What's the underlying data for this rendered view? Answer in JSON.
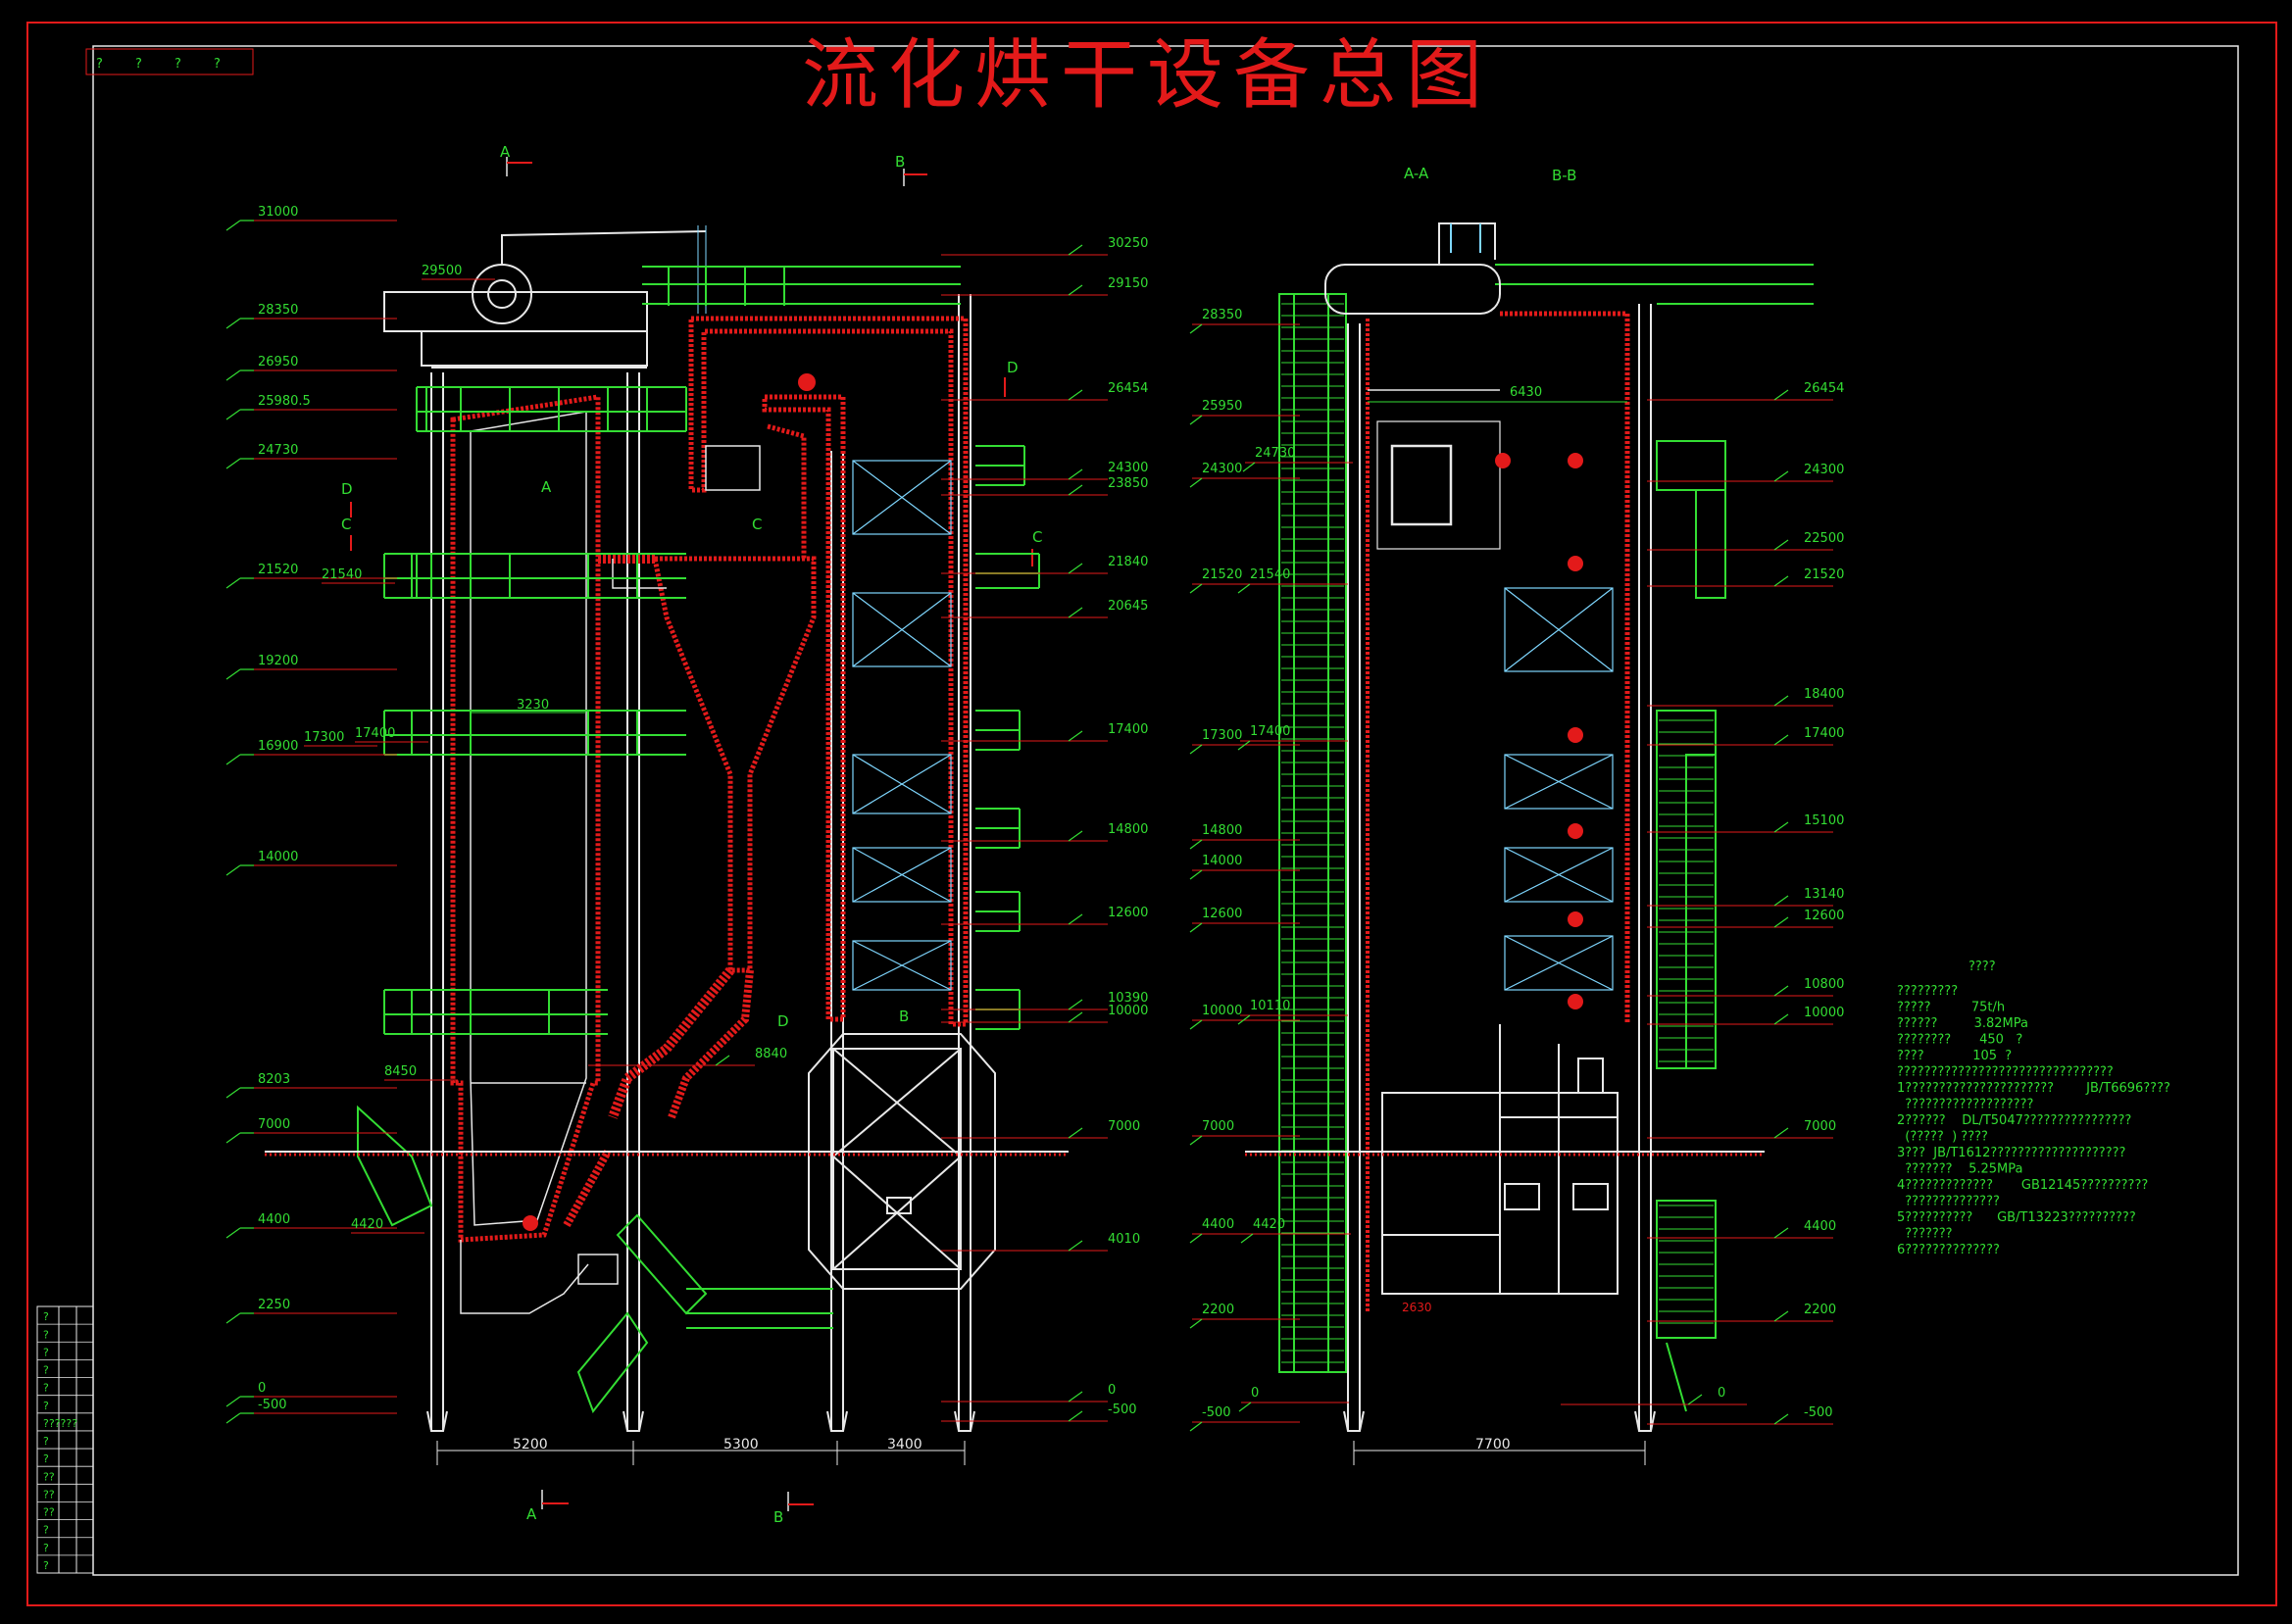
{
  "title": "流化烘干设备总图",
  "section_labels": {
    "left": "A-A",
    "right": "B-B"
  },
  "cut_markers": {
    "a": "A",
    "b": "B",
    "c": "C",
    "d": "D"
  },
  "left_elevations_left": [
    "31000",
    "28350",
    "26950",
    "25980.5",
    "24730",
    "21520",
    "19200",
    "16900",
    "14000",
    "8203",
    "7000",
    "4400",
    "2250",
    "0",
    "-500"
  ],
  "left_elevations_inner": [
    "29500",
    "21540",
    "17300",
    "17400",
    "8450",
    "4420"
  ],
  "left_elevations_right": [
    "30250",
    "29150",
    "26454",
    "24300",
    "23850",
    "21840",
    "20645",
    "17400",
    "14800",
    "12600",
    "10390",
    "10000",
    "8840",
    "7000",
    "4010",
    "0",
    "-500"
  ],
  "left_dims": [
    "3230",
    "5200",
    "5300",
    "3400"
  ],
  "right_elevations_left": [
    "28350",
    "25950",
    "24730",
    "24300",
    "21520",
    "21540",
    "17300",
    "17400",
    "14800",
    "14000",
    "12600",
    "10000",
    "10110",
    "7000",
    "4400",
    "4420",
    "2200",
    "0",
    "-500"
  ],
  "right_elevations_right": [
    "26454",
    "24300",
    "22500",
    "21520",
    "18400",
    "17400",
    "15100",
    "13140",
    "12600",
    "10800",
    "10000",
    "7000",
    "4400",
    "2200",
    "0",
    "-500"
  ],
  "right_dims": [
    "6430",
    "7700",
    "2630"
  ],
  "notes": {
    "heading": "????",
    "lines": [
      "?????????",
      "?????          75t/h",
      "??????         3.82MPa",
      "????????       450   ?",
      "????            105  ?",
      "????????????????????????????????",
      "1??????????????????????        JB/T6696????",
      "  ???????????????????",
      "2??????    DL/T5047????????????????",
      "  (?????  ) ????",
      "3???  JB/T1612????????????????????",
      "  ???????    5.25MPa",
      "4?????????????       GB12145??????????",
      "  ??????????????",
      "5??????????      GB/T13223??????????",
      "  ???????",
      "6??????????????"
    ]
  },
  "title_block": [
    "?",
    "?",
    "?",
    "?",
    "?",
    "?",
    "??????",
    "?",
    "?",
    "??",
    "??",
    "??",
    "?",
    "?",
    "?"
  ],
  "corner_stamp": [
    "?",
    "?",
    "?",
    "?"
  ],
  "colors": {
    "frame": "#e31a1a",
    "platform": "#33dd33",
    "steel": "#e8e8e8",
    "refractory": "#e31a1a",
    "duct": "#7fd7ff"
  }
}
